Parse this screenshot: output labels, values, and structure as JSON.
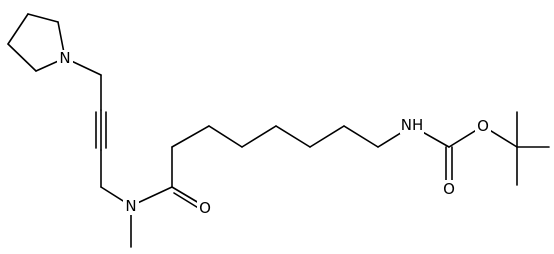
{
  "molecule": {
    "atoms": {
      "pyrrolidine_n": "N",
      "amide_n": "N",
      "amide_o": "O",
      "carbamate_nh": "NH",
      "carbamate_o_carbonyl": "O",
      "carbamate_o_ester": "O"
    }
  }
}
